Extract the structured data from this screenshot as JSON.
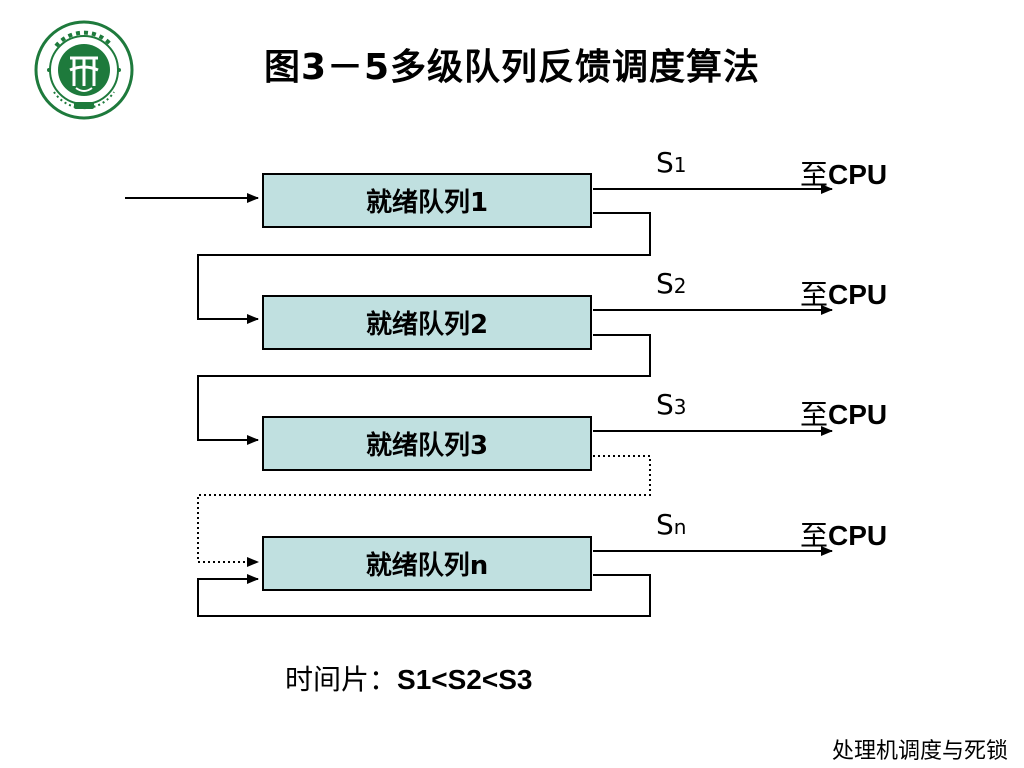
{
  "slide": {
    "title": "图3－5多级队列反馈调度算法",
    "footer": "处理机调度与死锁",
    "logo_text": "洛阳师范学院 LUOYANG NORMAL UNIVERSITY 1916"
  },
  "colors": {
    "queue_fill": "#c0e0e0",
    "logo_green": "#1e7a3c"
  },
  "queues": [
    {
      "label": "就绪队列1",
      "slice_letter": "S",
      "slice_sub": "1",
      "cpu_prefix": "至",
      "cpu": "CPU"
    },
    {
      "label": "就绪队列2",
      "slice_letter": "S",
      "slice_sub": "2",
      "cpu_prefix": "至",
      "cpu": "CPU"
    },
    {
      "label": "就绪队列3",
      "slice_letter": "S",
      "slice_sub": "3",
      "cpu_prefix": "至",
      "cpu": "CPU"
    },
    {
      "label": "就绪队列n",
      "slice_letter": "S",
      "slice_sub": "n",
      "cpu_prefix": "至",
      "cpu": "CPU"
    }
  ],
  "note": {
    "prefix": "时间片：",
    "formula": "S1<S2<S3"
  }
}
